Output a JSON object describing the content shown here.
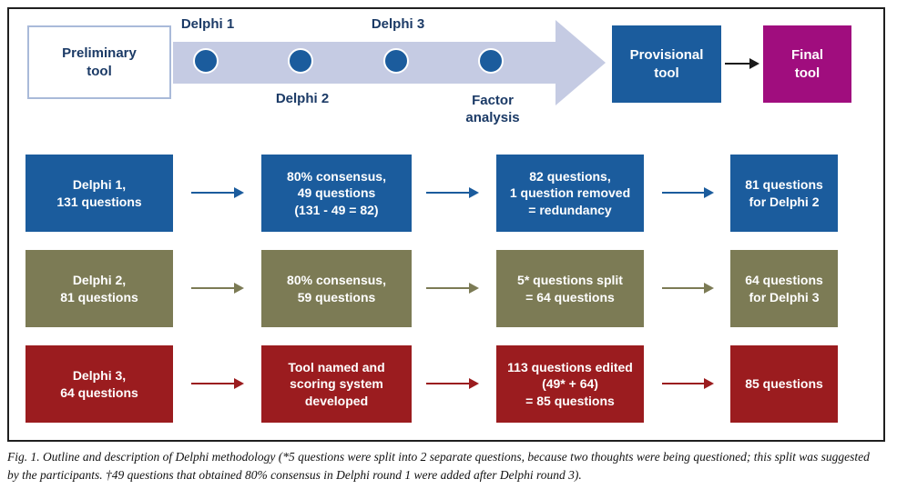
{
  "colors": {
    "blue": "#1b5c9d",
    "olive": "#7c7b55",
    "dark_red": "#9b1c1f",
    "magenta": "#a00d7e",
    "timeline_band": "#c5cbe3",
    "navy_text": "#1b3a66"
  },
  "timeline": {
    "start_box": "Preliminary\ntool",
    "milestone_labels": [
      "Delphi 1",
      "Delphi 2",
      "Delphi 3",
      "Factor\nanalysis"
    ],
    "provisional_box": "Provisional\ntool",
    "final_box": "Final\ntool"
  },
  "rows": [
    {
      "theme": "blue",
      "boxes": [
        "Delphi 1,\n131 questions",
        "80% consensus,\n49 questions\n(131 - 49 = 82)",
        "82 questions,\n1 question removed\n= redundancy",
        "81 questions\nfor Delphi 2"
      ]
    },
    {
      "theme": "olive",
      "boxes": [
        "Delphi 2,\n81 questions",
        "80% consensus,\n59 questions",
        "5* questions split\n= 64 questions",
        "64 questions\nfor Delphi 3"
      ]
    },
    {
      "theme": "red",
      "boxes": [
        "Delphi 3,\n64 questions",
        "Tool named and\nscoring system\ndeveloped",
        "113 questions edited\n(49* + 64)\n= 85 questions",
        "85 questions"
      ]
    }
  ],
  "caption": "Fig. 1. Outline and description of Delphi methodology (*5 questions were split into 2 separate questions, because two thoughts were being questioned; this split was suggested\nby the participants. †49 questions that obtained 80% consensus in Delphi round 1 were added after Delphi round 3)."
}
